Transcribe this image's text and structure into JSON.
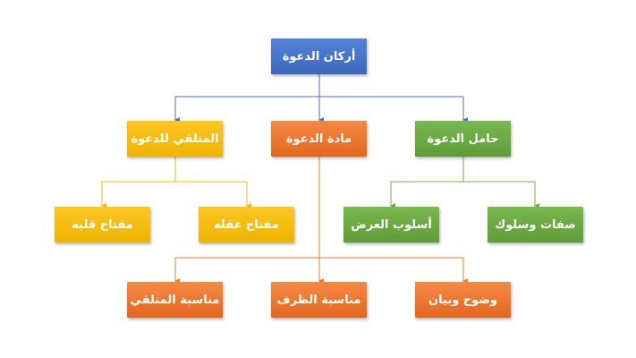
{
  "root": {
    "label": "أركان الدعوة",
    "color": "#4472c4"
  },
  "branches": [
    {
      "label": "حامل الدعوة",
      "color": "#70ad47",
      "children": [
        {
          "label": "صفات وسلوك"
        },
        {
          "label": "أسلوب العرض"
        }
      ]
    },
    {
      "label": "مادة الدعوة",
      "color": "#ed7d31",
      "children": [
        {
          "label": "وضوح وبيان"
        },
        {
          "label": "مناسبة الظرف"
        },
        {
          "label": "مناسبة المتلقي"
        }
      ]
    },
    {
      "label": "المتلقي للدعوة",
      "color": "#ffc000",
      "children": [
        {
          "label": "مفتاح عقله"
        },
        {
          "label": "مفتاح قلبه"
        }
      ]
    }
  ]
}
